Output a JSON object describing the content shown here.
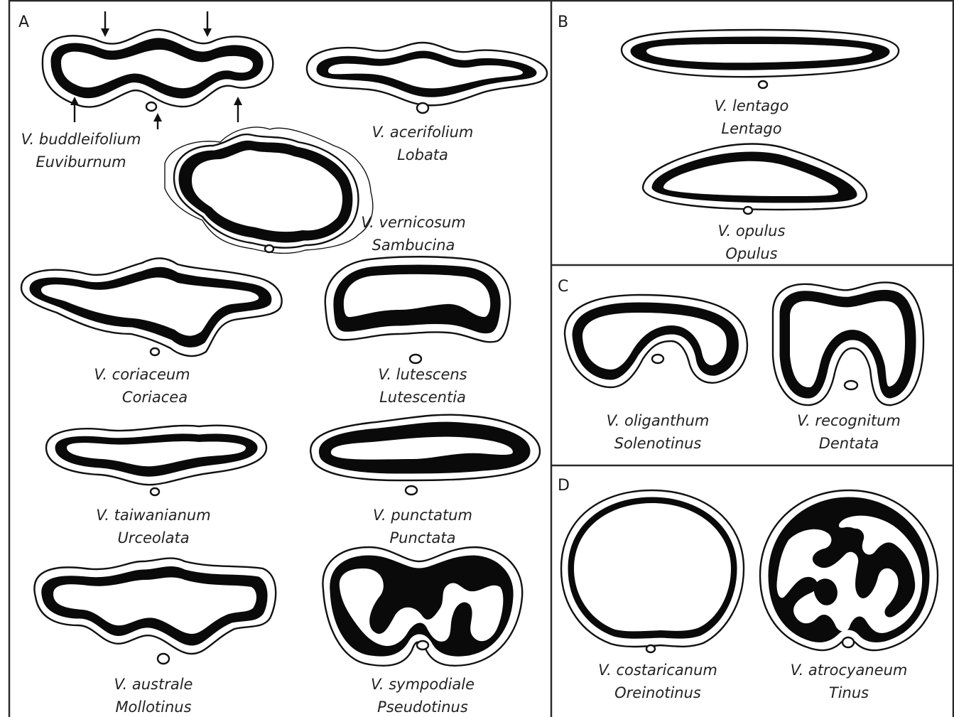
{
  "panels": {
    "a": {
      "label": "A"
    },
    "b": {
      "label": "B"
    },
    "c": {
      "label": "C"
    },
    "d": {
      "label": "D"
    }
  },
  "specimens": {
    "buddleifolium": {
      "species": "V. buddleifolium",
      "section": "Euviburnum"
    },
    "acerifolium": {
      "species": "V. acerifolium",
      "section": "Lobata"
    },
    "vernicosum": {
      "species": "V. vernicosum",
      "section": "Sambucina"
    },
    "coriaceum": {
      "species": "V. coriaceum",
      "section": "Coriacea"
    },
    "lutescens": {
      "species": "V. lutescens",
      "section": "Lutescentia"
    },
    "taiwanianum": {
      "species": "V. taiwanianum",
      "section": "Urceolata"
    },
    "punctatum": {
      "species": "V. punctatum",
      "section": "Punctata"
    },
    "australe": {
      "species": "V. australe",
      "section": "Mollotinus"
    },
    "sympodiale": {
      "species": "V. sympodiale",
      "section": "Pseudotinus"
    },
    "lentago": {
      "species": "V. lentago",
      "section": "Lentago"
    },
    "opulus": {
      "species": "V. opulus",
      "section": "Opulus"
    },
    "oliganthum": {
      "species": "V. oliganthum",
      "section": "Solenotinus"
    },
    "recognitum": {
      "species": "V. recognitum",
      "section": "Dentata"
    },
    "costaricanum": {
      "species": "V. costaricanum",
      "section": "Oreinotinus"
    },
    "atrocyaneum": {
      "species": "V. atrocyaneum",
      "section": "Tinus"
    }
  }
}
